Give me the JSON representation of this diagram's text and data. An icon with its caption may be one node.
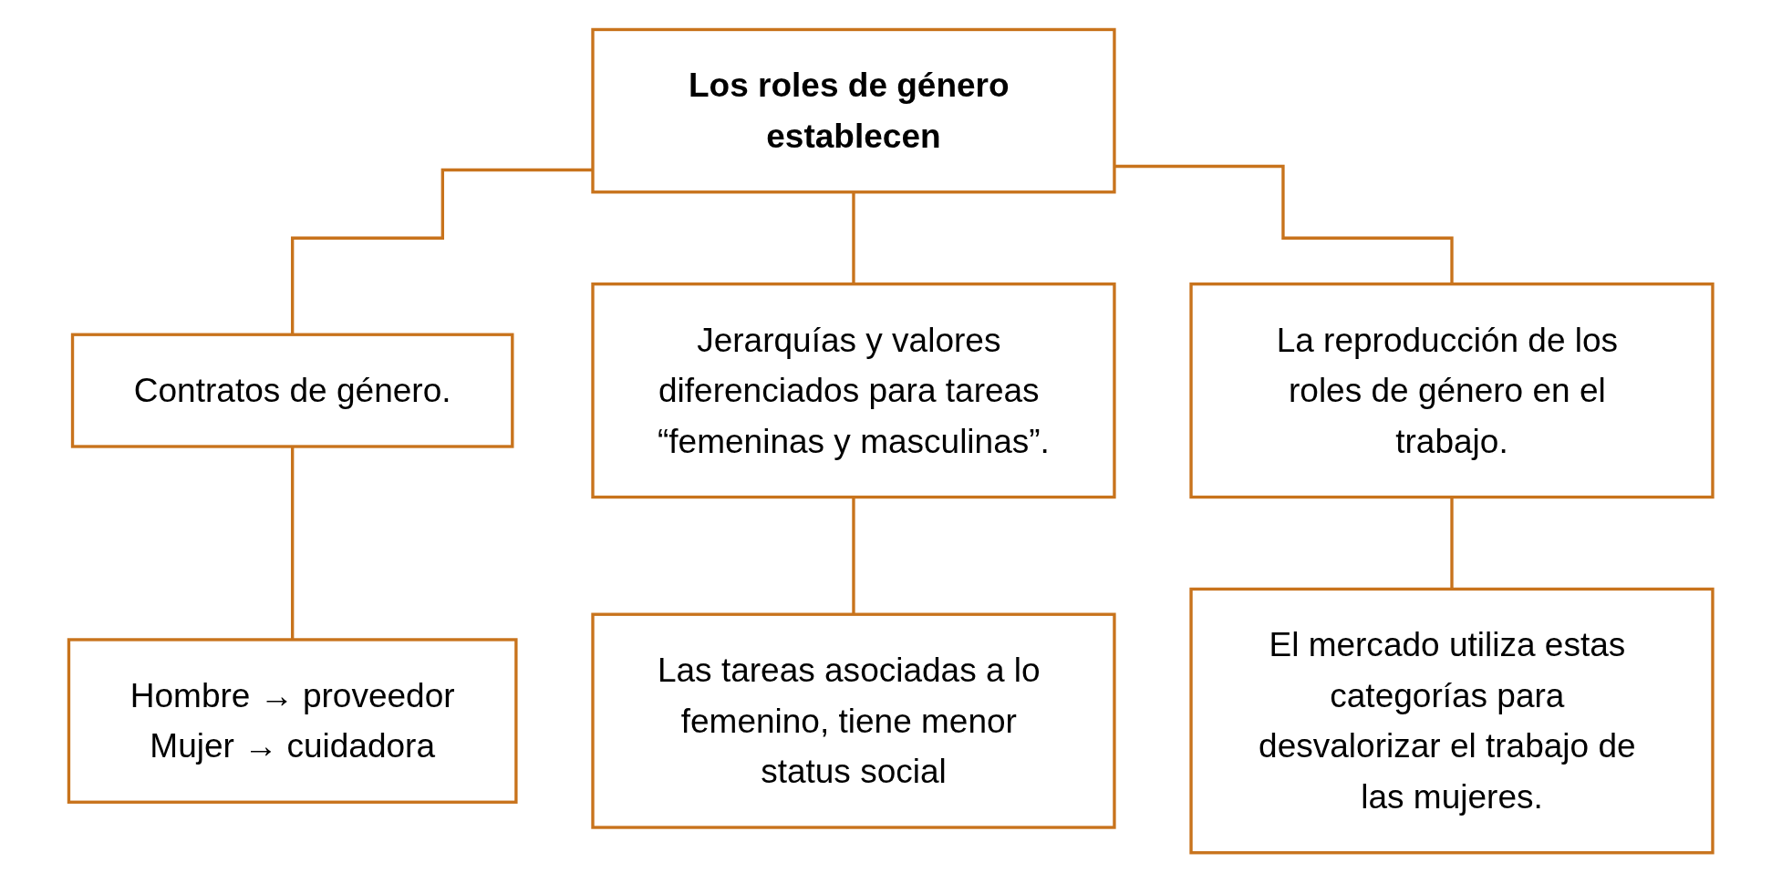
{
  "diagram": {
    "nodes": [
      {
        "text": [
          "Los roles de género establecen"
        ]
      },
      {
        "text": [
          "Contratos de género."
        ]
      },
      {
        "text": [
          "Jerarquías y valores diferenciados para tareas “femeninas y masculinas”."
        ]
      },
      {
        "text": [
          "La reproducción de los roles de género en el trabajo."
        ]
      },
      {
        "text": [
          "Hombre → proveedor",
          "Mujer → cuidadora"
        ]
      },
      {
        "text": [
          "Las tareas asociadas a lo femenino, tiene menor status social"
        ]
      },
      {
        "text": [
          "El mercado utiliza estas categorías para desvalorizar el trabajo de las mujeres."
        ]
      }
    ],
    "edges": [
      {
        "from": 0,
        "to": 1,
        "arrow": "none"
      },
      {
        "from": 0,
        "to": 2,
        "arrow": "none"
      },
      {
        "from": 0,
        "to": 3,
        "arrow": "none"
      },
      {
        "from": 1,
        "to": 4,
        "arrow": "none"
      },
      {
        "from": 2,
        "to": 5,
        "arrow": "none"
      },
      {
        "from": 3,
        "to": 6,
        "arrow": "none"
      }
    ]
  }
}
